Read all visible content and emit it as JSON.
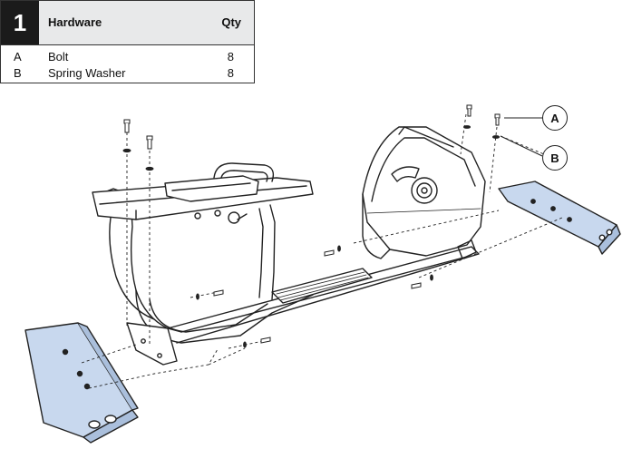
{
  "step": {
    "number": "1"
  },
  "hardware": {
    "header": {
      "name": "Hardware",
      "qty": "Qty"
    },
    "rows": [
      {
        "key": "A",
        "name": "Bolt",
        "qty": "8"
      },
      {
        "key": "B",
        "name": "Spring Washer",
        "qty": "8"
      }
    ]
  },
  "callouts": {
    "a": "A",
    "b": "B"
  },
  "colors": {
    "stabilizer_fill": "#c8d8ee",
    "line": "#222222",
    "table_header_bg": "#e8e9ea"
  }
}
